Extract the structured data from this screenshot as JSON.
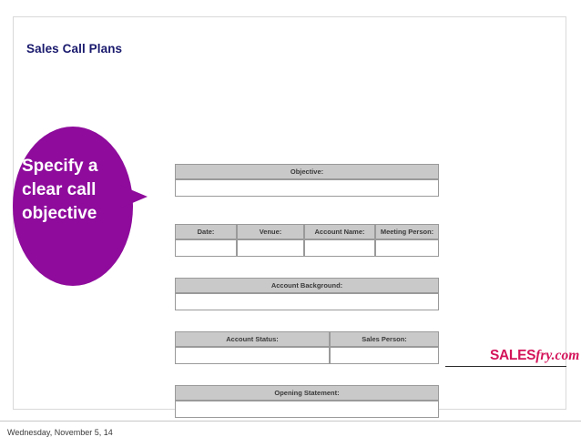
{
  "slide": {
    "title": "Sales Call Plans",
    "callout_text": "Specify a\nclear call\nobjective",
    "logo_sales": "SALES",
    "logo_fry": "fry.com",
    "footer_date": "Wednesday, November 5, 14"
  },
  "form": {
    "objective": {
      "header": "Objective:",
      "value": ""
    },
    "details": {
      "headers": [
        "Date:",
        "Venue:",
        "Account Name:",
        "Meeting Person:"
      ],
      "values": [
        "",
        "",
        "",
        ""
      ]
    },
    "account_background": {
      "header": "Account Background:",
      "value": ""
    },
    "status_row": {
      "headers": [
        "Account Status:",
        "Sales Person:"
      ],
      "values": [
        "",
        ""
      ]
    },
    "opening_statement": {
      "header": "Opening Statement:",
      "value": ""
    }
  }
}
